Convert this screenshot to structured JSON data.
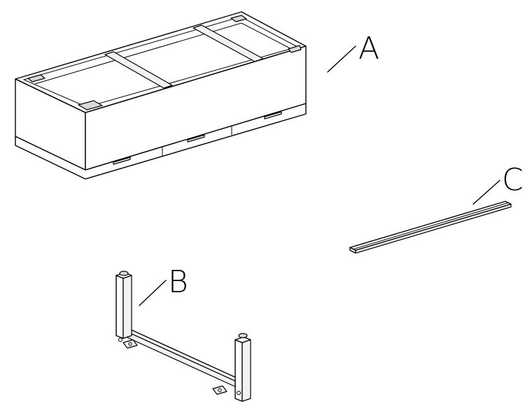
{
  "labels": {
    "a": "A",
    "b": "B",
    "c": "C"
  },
  "parts": {
    "a": "crate-box",
    "b": "u-frame",
    "c": "rail"
  },
  "colors": {
    "line": "#000000",
    "background": "#ffffff"
  }
}
